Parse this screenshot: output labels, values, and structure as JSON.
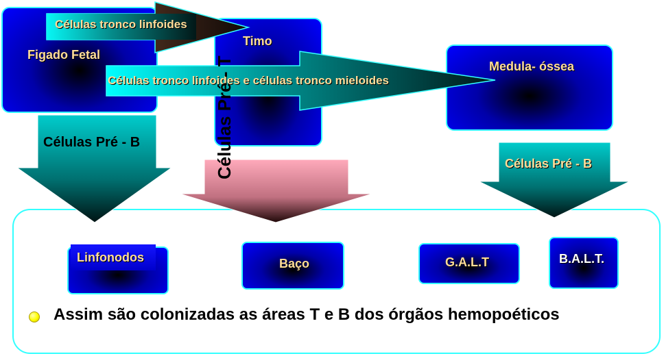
{
  "nodes": {
    "figado": "Figado Fetal",
    "timo": "Timo",
    "medula": "Medula- óssea",
    "linfonodos": "Linfonodos",
    "baco": "Baço",
    "galt": "G.A.L.T",
    "balt": "B.A.L.T."
  },
  "arrows": {
    "top_arrow": "Células tronco linfoides",
    "wide_arrow": "Células tronco linfoides e células tronco mieloides",
    "left_down": "Células Pré - B",
    "middle_down": "Células Pré - T",
    "right_down": "Células Pré - B"
  },
  "caption": "Assim são colonizadas as áreas T e B dos órgãos hemopoéticos",
  "colors": {
    "box_border": "#33ffff",
    "box_fill": "#0000ff",
    "box_center": "#000000",
    "label_text": "#ffdd99",
    "arrow_teal": "#009999",
    "arrow_pink": "#e88aa0",
    "bullet": "#ffff00"
  }
}
